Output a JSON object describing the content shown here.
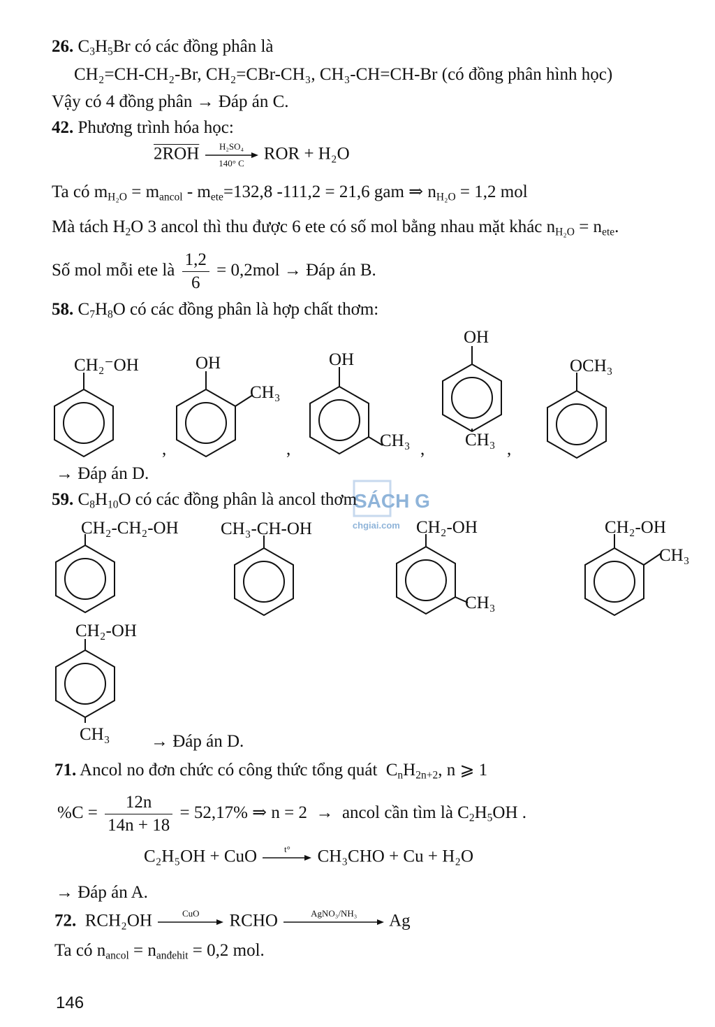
{
  "q26": {
    "num": "26.",
    "intro_a": "C",
    "intro_s1": "3",
    "intro_b": "H",
    "intro_s2": "5",
    "intro_c": "Br có các đồng phân là",
    "isomers": "CH₂=CH-CH₂-Br, CH₂=CBr-CH₃, CH₃-CH=CH-Br (có đồng phân hình học)",
    "conclusion": "Vậy có 4 đồng phân",
    "answer": "Đáp án C."
  },
  "q42": {
    "num": "42.",
    "intro": "Phương trình hóa học:",
    "eq_left": "2ROH",
    "eq_cat_top": "H₂SO₄",
    "eq_cat_bot": "140° C",
    "eq_right": "ROR + H₂O",
    "line2": "Ta có  m_H2O = m_ancol - m_ete=132,8 -111,2 = 21,6 gam ⇒ n_H2O = 1,2 mol",
    "line2_a": "Ta có  m",
    "line2_b": " = m",
    "line2_c": " - m",
    "line2_d": "=132,8 -111,2 = 21,6 gam ⇒  n",
    "line2_e": " = 1,2 mol",
    "sub_h2o": "H₂O",
    "sub_ancol": "ancol",
    "sub_ete": "ete",
    "line3_a": "Mà tách  H",
    "line3_s": "2",
    "line3_b": "O  3 ancol thì thu được 6 ete có số mol bằng nhau mặt khác  n",
    "line3_c": "  = n",
    "line3_d": ".",
    "line4_a": "Số mol mỗi ete là",
    "line4_num": "1,2",
    "line4_den": "6",
    "line4_b": "= 0,2mol",
    "line4_answer": "Đáp án B."
  },
  "q58": {
    "num": "58.",
    "intro_a": "C",
    "intro_s1": "7",
    "intro_b": "H",
    "intro_s2": "8",
    "intro_c": "O có các đồng phân là hợp chất thơm:",
    "labels": {
      "m1_top": "CH₂⁻OH",
      "m2_top": "OH",
      "m2_side": "CH₃",
      "m3_top": "OH",
      "m3_side": "CH₃",
      "m4_top": "OH",
      "m4_bot": "CH₃",
      "m5_top": "OCH₃"
    },
    "separator": ",",
    "answer": "Đáp án D."
  },
  "q59": {
    "num": "59.",
    "intro_a": "C",
    "intro_s1": "8",
    "intro_b": "H",
    "intro_s2": "10",
    "intro_c": "O có các đồng phân là ancol thơm",
    "labels": {
      "m1_top": "CH₂-CH₂-OH",
      "m2_top": "CH₃-CH-OH",
      "m3_top": "CH₂-OH",
      "m3_side": "CH₃",
      "m4_top": "CH₂-OH",
      "m4_side": "CH₃",
      "m5_top": "CH₂-OH",
      "m5_bot": "CH₃"
    },
    "answer": "Đáp án D."
  },
  "q71": {
    "num": "71.",
    "intro": "Ancol no đơn chức có công thức tổng quát",
    "formula_a": "C",
    "formula_s1": "n",
    "formula_b": "H",
    "formula_s2": "2n+2",
    "formula_tail": ", n ⩾ 1",
    "pct_label": "%C =",
    "pct_num": "12n",
    "pct_den": "14n + 18",
    "pct_result": "= 52,17% ⇒ n = 2",
    "pct_tail_a": "ancol cần tìm là  C",
    "pct_tail_s1": "2",
    "pct_tail_b": "H",
    "pct_tail_s2": "5",
    "pct_tail_c": "OH .",
    "eq_left": "C₂H₅OH  + CuO",
    "eq_cat": "t°",
    "eq_right": "CH₃CHO  + Cu +  H₂O",
    "answer": "Đáp án A."
  },
  "q72": {
    "num": "72.",
    "eq_a": "RCH₂OH",
    "cat1": "CuO",
    "eq_b": "RCHO",
    "cat2": "AgNO₃/NH₃",
    "eq_c": "Ag",
    "line2_a": "Ta có n",
    "line2_s1": "ancol",
    "line2_b": " = n",
    "line2_s2": "anđehit",
    "line2_c": " = 0,2 mol."
  },
  "page_number": "146",
  "watermark": {
    "brand": "SÁCH GIẢI",
    "url": "www.sachgiai.com"
  },
  "colors": {
    "text": "#111111",
    "watermark": "#8fb4d9"
  }
}
